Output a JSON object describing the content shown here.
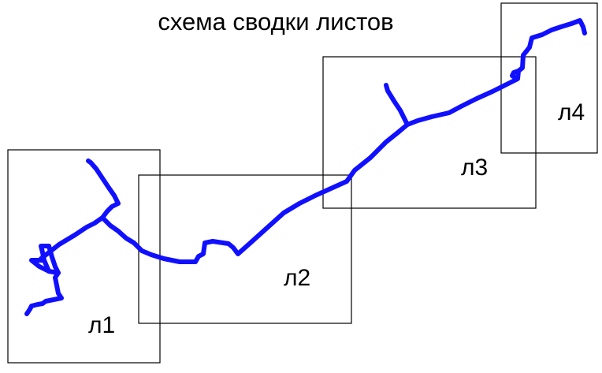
{
  "title": "схема сводки листов",
  "route_color": "#1010ff",
  "sheets": [
    {
      "label": "л1"
    },
    {
      "label": "л2"
    },
    {
      "label": "л3"
    },
    {
      "label": "л4"
    }
  ]
}
